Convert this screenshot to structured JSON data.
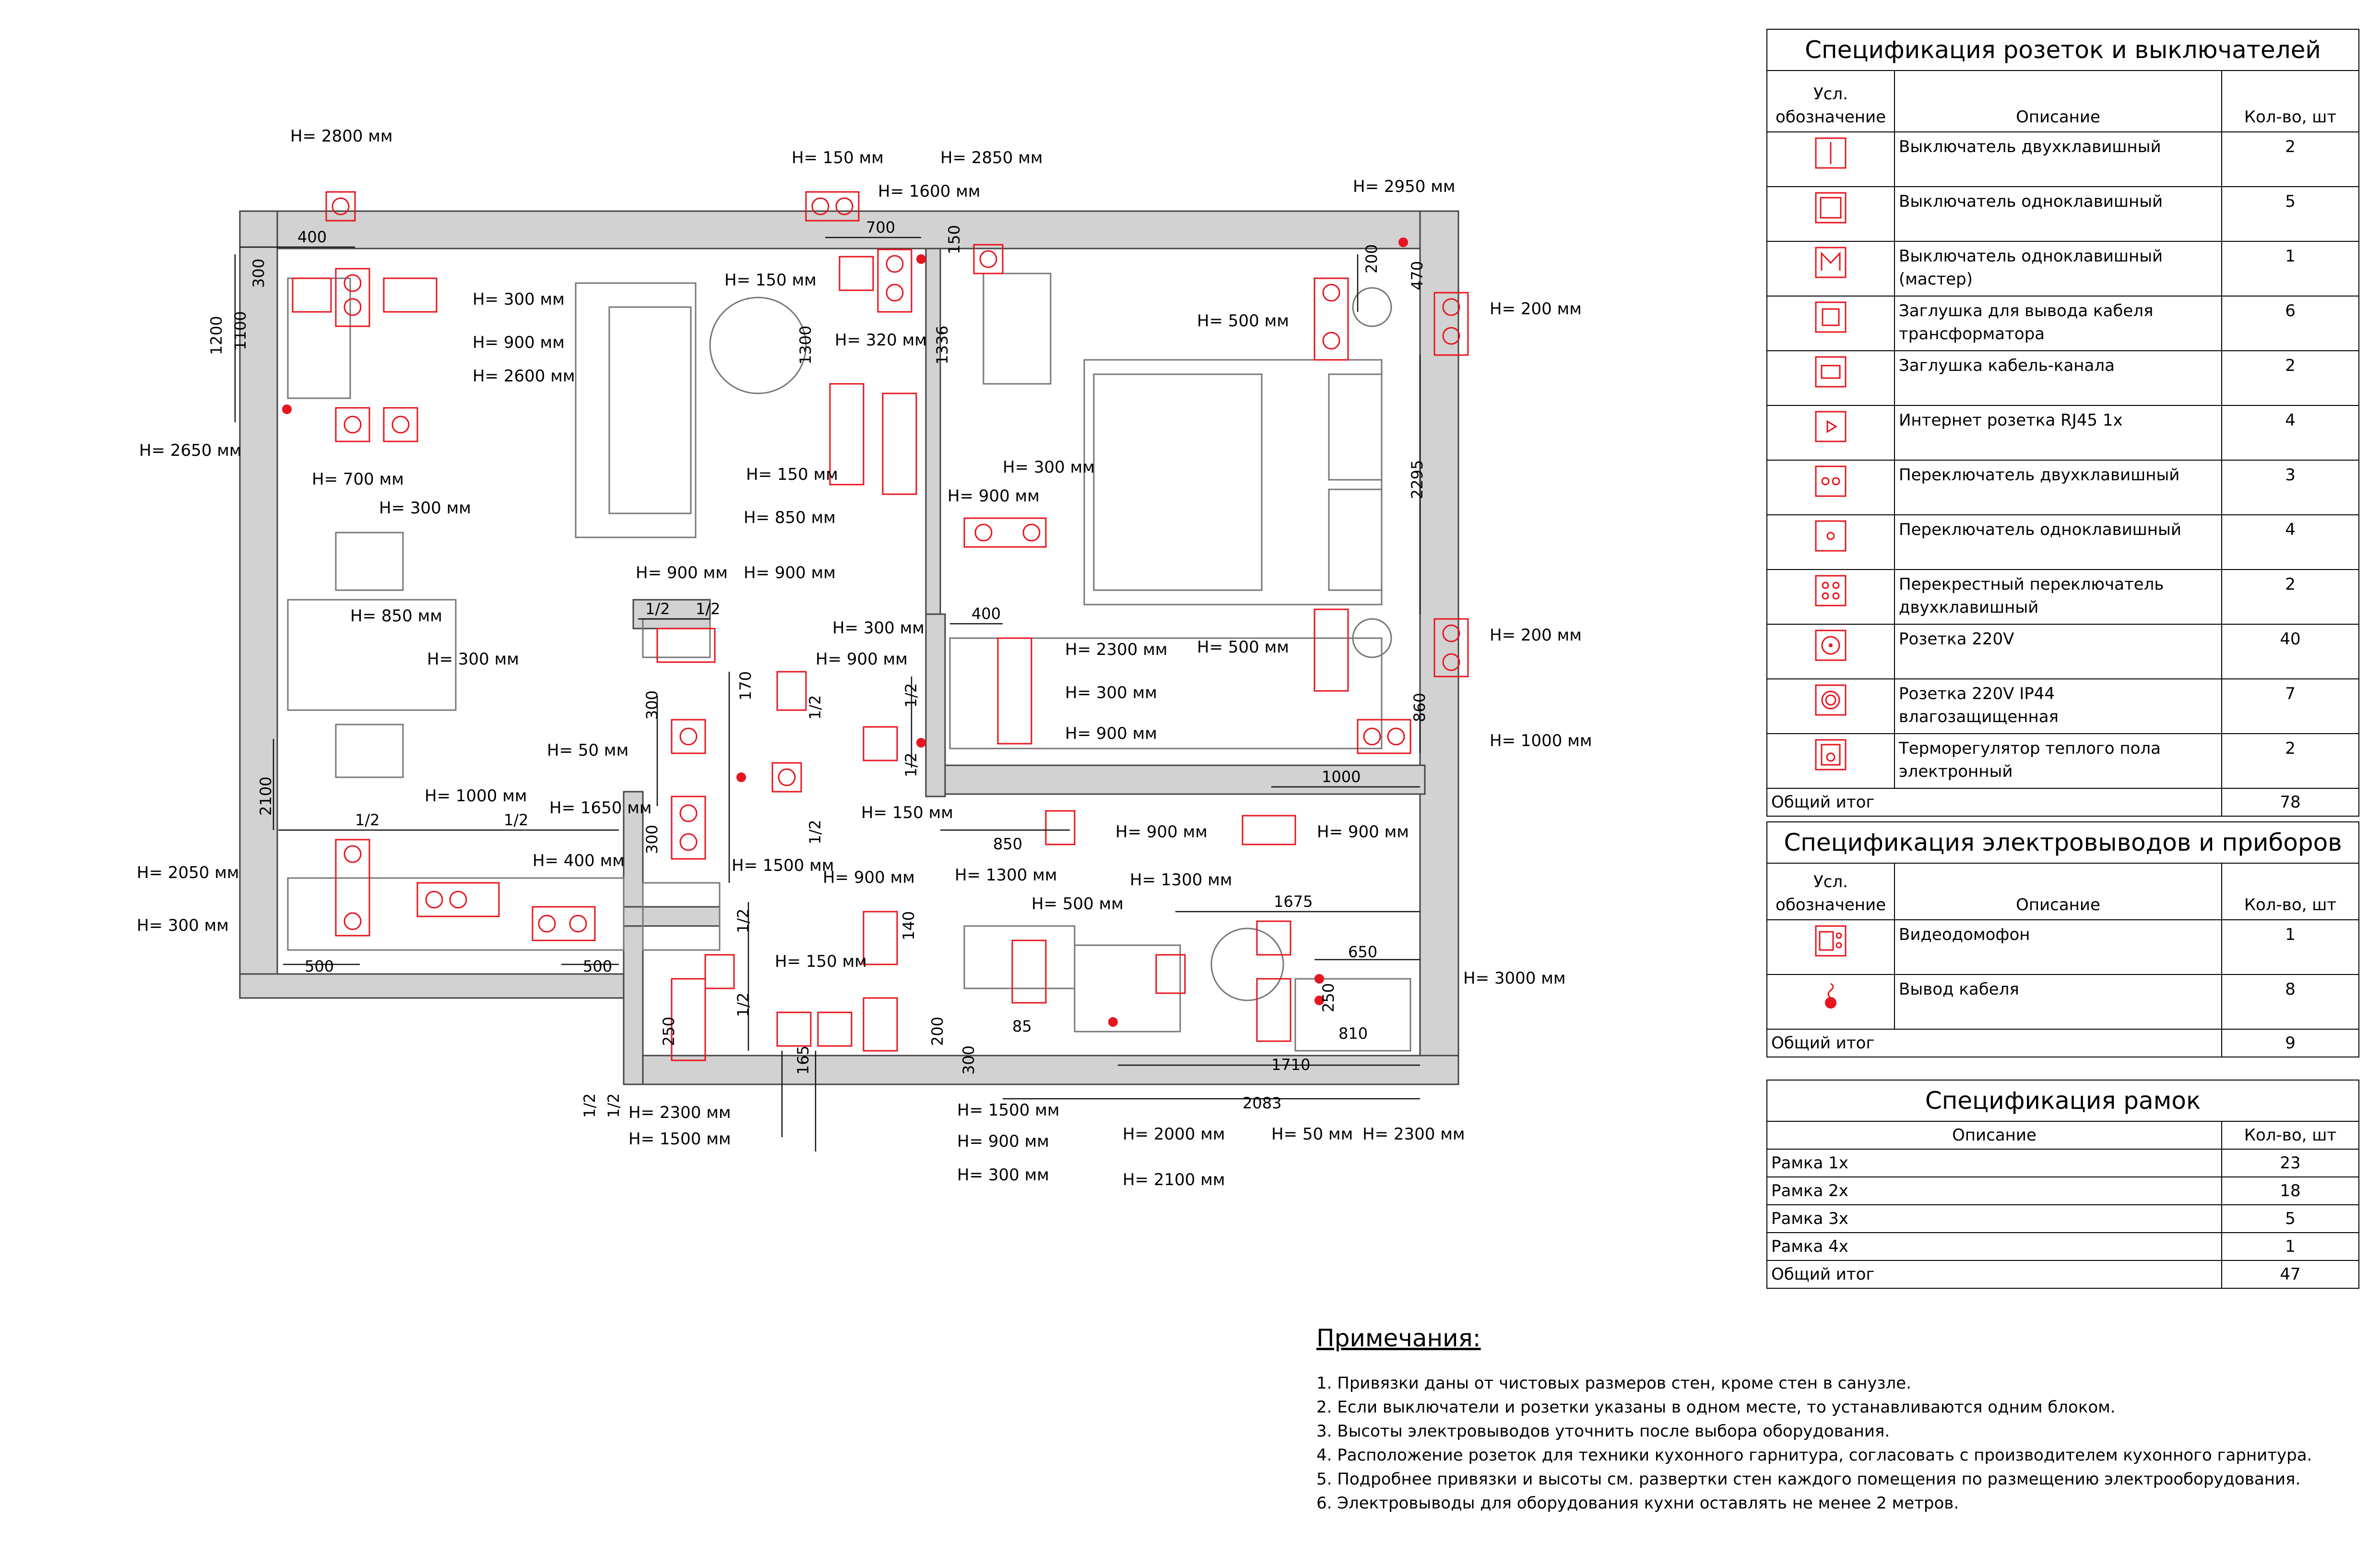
{
  "colors": {
    "accent": "#e8141e",
    "line": "#111111",
    "wall": "#d0d0d0",
    "furniture": "#777777"
  },
  "plan": {
    "heights": [
      "H= 2800 мм",
      "H= 150 мм",
      "H= 2850 мм",
      "H= 1600 мм",
      "H= 2950 мм",
      "H= 300 мм",
      "H= 900 мм",
      "H= 2600 мм",
      "H= 2650 мм",
      "H= 700 мм",
      "H= 300 мм",
      "H= 150 мм",
      "H= 320 мм",
      "H= 150 мм",
      "H= 850 мм",
      "H= 300 мм",
      "H= 900 мм",
      "H= 500 мм",
      "H= 200 мм",
      "H= 850 мм",
      "H= 300 мм",
      "H= 900 мм",
      "H= 900 мм",
      "H= 300 мм",
      "H= 900 мм",
      "H= 2300 мм",
      "H= 300 мм",
      "H= 900 мм",
      "H= 500 мм",
      "H= 200 мм",
      "H= 1000 мм",
      "H= 50 мм",
      "H= 150 мм",
      "H= 1650 мм",
      "H= 1000 мм",
      "H= 2050 мм",
      "H= 400 мм",
      "H= 300 мм",
      "H= 1500 мм",
      "H= 900 мм",
      "H= 900 мм",
      "H= 900 мм",
      "H= 1300 мм",
      "H= 1300 мм",
      "H= 500 мм",
      "H= 150 мм",
      "H= 3000 мм",
      "H= 2300 мм",
      "H= 1500 мм",
      "H= 1500 мм",
      "H= 900 мм",
      "H= 300 мм",
      "H= 2000 мм",
      "H= 2100 мм",
      "H= 50 мм",
      "H= 2300 мм"
    ],
    "dims": [
      "400",
      "300",
      "1200",
      "1100",
      "700",
      "150",
      "1300",
      "1336",
      "200",
      "470",
      "2295",
      "1/2",
      "1/2",
      "170",
      "1/2",
      "1/2",
      "300",
      "1/2",
      "300",
      "1/2",
      "400",
      "1/2",
      "1/2",
      "860",
      "1000",
      "850",
      "2100",
      "1/2",
      "1/2",
      "500",
      "500",
      "1/2",
      "1/2",
      "140",
      "1675",
      "650",
      "250",
      "810",
      "1710",
      "2083",
      "250",
      "165",
      "200",
      "300",
      "85"
    ]
  },
  "spec1": {
    "title": "Спецификация розеток и выключателей",
    "headers": [
      "Усл. обозначение",
      "Описание",
      "Кол-во, шт"
    ],
    "rows": [
      {
        "icon": "double-switch-icon",
        "desc": "Выключатель двухклавишный",
        "qty": "2"
      },
      {
        "icon": "single-switch-icon",
        "desc": "Выключатель одноклавишный",
        "qty": "5"
      },
      {
        "icon": "master-switch-icon",
        "desc": "Выключатель одноклавишный (мастер)",
        "qty": "1"
      },
      {
        "icon": "transformer-cable-cap-icon",
        "desc": "Заглушка для вывода кабеля трансформатора",
        "qty": "6"
      },
      {
        "icon": "cable-channel-cap-icon",
        "desc": "Заглушка кабель-канала",
        "qty": "2"
      },
      {
        "icon": "rj45-socket-icon",
        "desc": "Интернет розетка RJ45 1x",
        "qty": "4"
      },
      {
        "icon": "double-changeover-switch-icon",
        "desc": "Переключатель двухклавишный",
        "qty": "3"
      },
      {
        "icon": "single-changeover-switch-icon",
        "desc": "Переключатель одноклавишный",
        "qty": "4"
      },
      {
        "icon": "cross-switch-icon",
        "desc": "Перекрестный переключатель двухклавишный",
        "qty": "2"
      },
      {
        "icon": "socket-icon",
        "desc": "Розетка 220V",
        "qty": "40"
      },
      {
        "icon": "socket-ip44-icon",
        "desc": "Розетка 220V IP44 влагозащищенная",
        "qty": "7"
      },
      {
        "icon": "thermostat-icon",
        "desc": "Терморегулятор теплого пола электронный",
        "qty": "2"
      }
    ],
    "total_label": "Общий итог",
    "total": "78"
  },
  "spec2": {
    "title": "Спецификация электровыводов и приборов",
    "headers": [
      "Усл. обозначение",
      "Описание",
      "Кол-во, шт"
    ],
    "rows": [
      {
        "icon": "intercom-icon",
        "desc": "Видеодомофон",
        "qty": "1"
      },
      {
        "icon": "cable-outlet-icon",
        "desc": "Вывод кабеля",
        "qty": "8"
      }
    ],
    "total_label": "Общий итог",
    "total": "9"
  },
  "spec3": {
    "title": "Спецификация рамок",
    "headers": [
      "Описание",
      "Кол-во, шт"
    ],
    "rows": [
      {
        "desc": "Рамка 1х",
        "qty": "23"
      },
      {
        "desc": "Рамка 2х",
        "qty": "18"
      },
      {
        "desc": "Рамка 3х",
        "qty": "5"
      },
      {
        "desc": "Рамка 4х",
        "qty": "1"
      }
    ],
    "total_label": "Общий итог",
    "total": "47"
  },
  "notes": {
    "title": "Примечания:",
    "items": [
      "1.   Привязки даны от чистовых размеров стен, кроме стен в санузле.",
      "2.   Если выключатели и розетки указаны в одном месте, то устанавливаются одним блоком.",
      "3.   Высоты электровыводов уточнить после выбора оборудования.",
      "4.   Расположение розеток для техники кухонного гарнитура, согласовать с производителем кухонного гарнитура.",
      "5.   Подробнее привязки и высоты см. развертки стен каждого помещения по размещению электрооборудования.",
      "6.   Электровыводы для оборудования кухни оставлять не менее 2 метров."
    ]
  }
}
